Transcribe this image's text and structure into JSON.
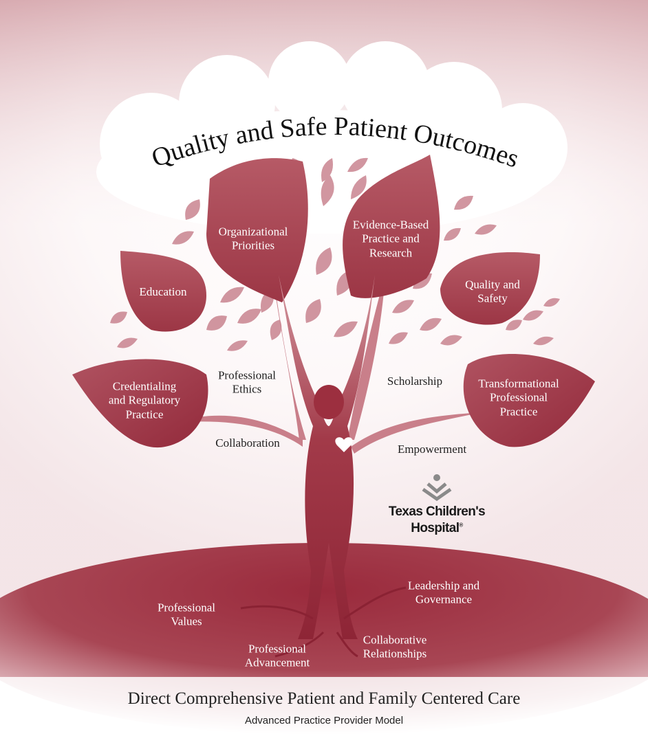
{
  "title": "Quality and Safe Patient Outcomes",
  "leaves": {
    "organizational_priorities": {
      "line1": "Organizational",
      "line2": "Priorities"
    },
    "evidence_based": {
      "line1": "Evidence-Based",
      "line2": "Practice and",
      "line3": "Research"
    },
    "education": {
      "line1": "Education"
    },
    "quality_safety": {
      "line1": "Quality and",
      "line2": "Safety"
    },
    "credentialing": {
      "line1": "Credentialing",
      "line2": "and Regulatory",
      "line3": "Practice"
    },
    "transformational": {
      "line1": "Transformational",
      "line2": "Professional",
      "line3": "Practice"
    }
  },
  "branches": {
    "professional_ethics": {
      "line1": "Professional",
      "line2": "Ethics"
    },
    "collaboration": "Collaboration",
    "scholarship": "Scholarship",
    "empowerment": "Empowerment"
  },
  "roots": {
    "leadership": {
      "line1": "Leadership and",
      "line2": "Governance"
    },
    "professional_values": {
      "line1": "Professional",
      "line2": "Values"
    },
    "collaborative_relationships": {
      "line1": "Collaborative",
      "line2": "Relationships"
    },
    "professional_advancement": {
      "line1": "Professional",
      "line2": "Advancement"
    }
  },
  "logo": {
    "line1": "Texas Children's",
    "line2": "Hospital",
    "mark": "®",
    "icon": "tch-chevron-icon"
  },
  "footer": {
    "main": "Direct Comprehensive Patient and Family Centered Care",
    "sub": "Advanced Practice Provider Model"
  },
  "colors": {
    "leaf": "#a3414f",
    "leaf_light": "#d49aa2",
    "trunk": "#9c2f3f",
    "ground": "#9a3141",
    "logo_gray": "#8a8a8a"
  }
}
